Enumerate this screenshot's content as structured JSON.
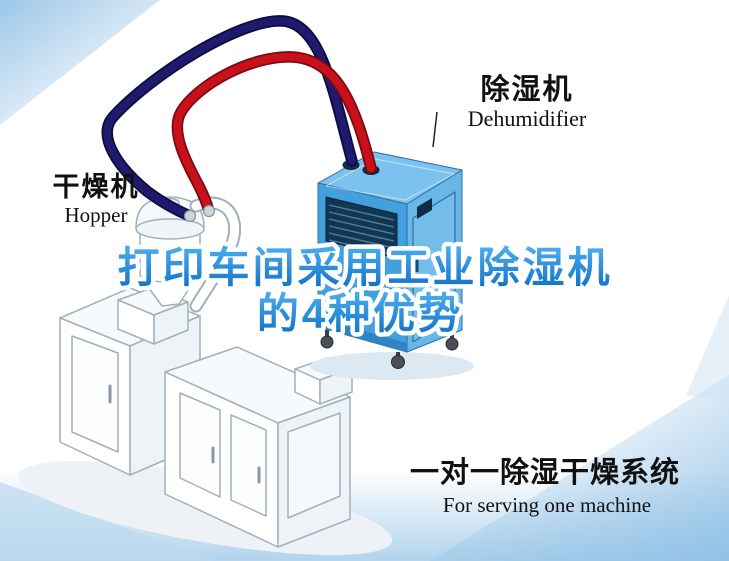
{
  "scene": {
    "dehumidifier_label": {
      "cn": "除湿机",
      "en": "Dehumidifier"
    },
    "hopper_label": {
      "cn": "干燥机",
      "en": "Hopper"
    },
    "title": {
      "line1": "打印车间采用工业除湿机",
      "line2": "的4种优势"
    },
    "caption": {
      "cn": "一对一除湿干燥系统",
      "en": "For serving one machine"
    }
  },
  "colors": {
    "title_blue_top": "#4fb0ef",
    "title_blue_bottom": "#0e6fc5",
    "pipe_red": "#c9111c",
    "pipe_red_dark": "#7a0a10",
    "pipe_navy": "#201a6e",
    "pipe_navy_dark": "#0d0a3e",
    "unit_front_blue": "#42a0dc",
    "unit_side_blue": "#69b7e7",
    "unit_top_blue": "#7cc2ee",
    "corner_blue": "#9cc6e8",
    "label_black": "#111111"
  }
}
